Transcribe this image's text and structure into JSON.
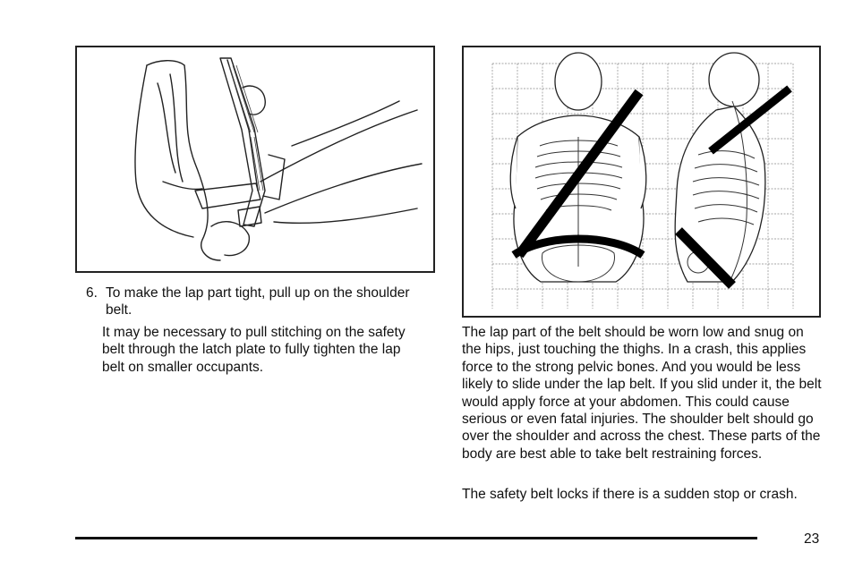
{
  "left_column": {
    "step_number": "6.",
    "step_text": "To make the lap part tight, pull up on the shoulder belt.",
    "note": "It may be necessary to pull stitching on the safety belt through the latch plate to fully tighten the lap belt on smaller occupants."
  },
  "right_column": {
    "paragraph_1": "The lap part of the belt should be worn low and snug on the hips, just touching the thighs. In a crash, this applies force to the strong pelvic bones. And you would be less likely to slide under the lap belt. If you slid under it, the belt would apply force at your abdomen. This could cause serious or even fatal injuries. The shoulder belt should go over the shoulder and across the chest. These parts of the body are best able to take belt restraining forces.",
    "paragraph_2": "The safety belt locks if there is a sudden stop or crash."
  },
  "footer": {
    "page_number": "23"
  }
}
